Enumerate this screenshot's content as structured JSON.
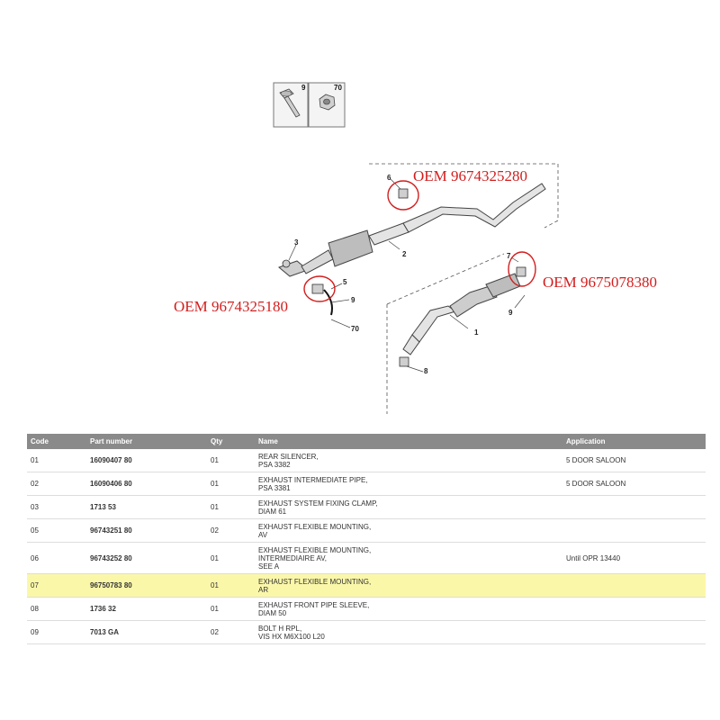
{
  "thumbnails": [
    {
      "number": "9",
      "icon": "bolt-icon"
    },
    {
      "number": "70",
      "icon": "nut-icon"
    }
  ],
  "callouts": [
    "6",
    "3",
    "2",
    "5",
    "9",
    "70",
    "7",
    "9",
    "1",
    "8"
  ],
  "oem_labels": [
    "OEM 9674325280",
    "OEM 9675078380",
    "OEM 9674325180"
  ],
  "colors": {
    "oem_red": "#d21e1e",
    "header_gray": "#8a8a8a",
    "highlight_yellow": "#fbf7a9"
  },
  "table": {
    "headers": [
      "Code",
      "Part number",
      "Qty",
      "Name",
      "Application"
    ],
    "rows": [
      {
        "code": "01",
        "part": "16090407 80",
        "qty": "01",
        "name": [
          "REAR SILENCER,",
          "PSA 3382"
        ],
        "app": "5 DOOR SALOON"
      },
      {
        "code": "02",
        "part": "16090406 80",
        "qty": "01",
        "name": [
          "EXHAUST INTERMEDIATE PIPE,",
          "PSA 3381"
        ],
        "app": "5 DOOR SALOON"
      },
      {
        "code": "03",
        "part": "1713 53",
        "qty": "01",
        "name": [
          "EXHAUST SYSTEM FIXING CLAMP,",
          "DIAM 61"
        ],
        "app": ""
      },
      {
        "code": "05",
        "part": "96743251 80",
        "qty": "02",
        "name": [
          "EXHAUST FLEXIBLE MOUNTING,",
          "AV"
        ],
        "app": ""
      },
      {
        "code": "06",
        "part": "96743252 80",
        "qty": "01",
        "name": [
          "EXHAUST FLEXIBLE MOUNTING,",
          "INTERMEDIAIRE AV,",
          "SEE A"
        ],
        "app": "Until OPR 13440"
      },
      {
        "code": "07",
        "part": "96750783 80",
        "qty": "01",
        "name": [
          "EXHAUST FLEXIBLE MOUNTING,",
          "AR"
        ],
        "app": "",
        "highlight": true
      },
      {
        "code": "08",
        "part": "1736 32",
        "qty": "01",
        "name": [
          "EXHAUST FRONT PIPE SLEEVE,",
          "DIAM 50"
        ],
        "app": ""
      },
      {
        "code": "09",
        "part": "7013 GA",
        "qty": "02",
        "name": [
          "BOLT H RPL,",
          "VIS HX M6X100 L20"
        ],
        "app": ""
      }
    ]
  }
}
